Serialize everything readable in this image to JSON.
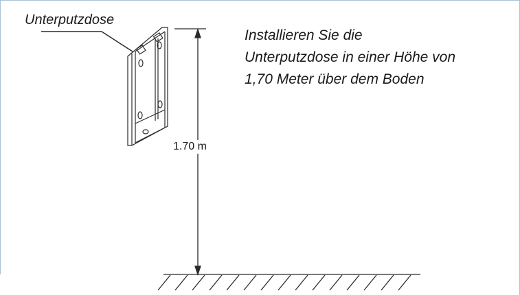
{
  "diagram": {
    "component_label": "Unterputzdose",
    "instruction_lines": [
      "Installieren Sie die",
      "Unterputzdose in einer Höhe von",
      "1,70 Meter über dem Boden"
    ],
    "height_dimension": "1.70 m"
  },
  "colors": {
    "frame": "#a9c1d4",
    "line": "#2a2a2a",
    "text": "#1a1a1a"
  }
}
